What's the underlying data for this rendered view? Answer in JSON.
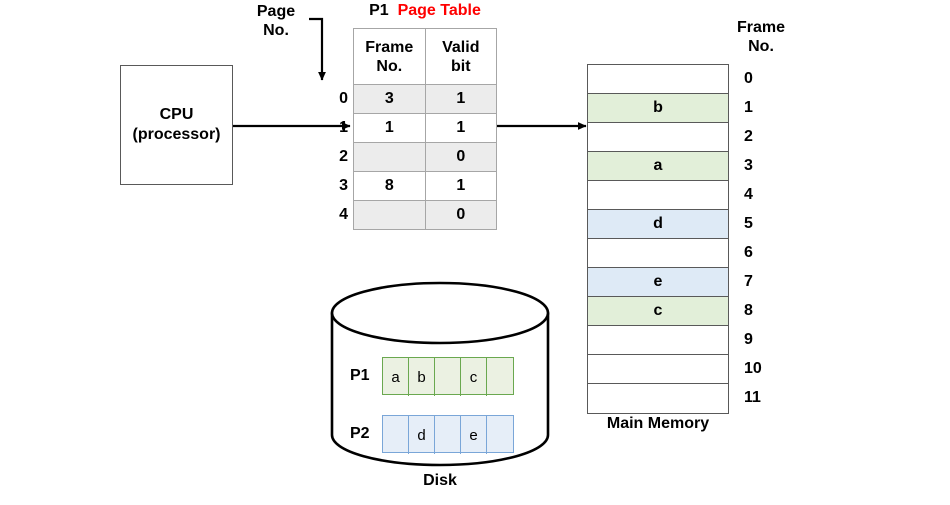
{
  "diagram": {
    "title": "paging-virtual-memory-diagram"
  },
  "cpu": {
    "line1": "CPU",
    "line2": "(processor)",
    "name": "cpu-box"
  },
  "page_no_label": "Page\nNo.",
  "page_table": {
    "caption_process": "P1",
    "caption_title": "Page Table",
    "caption_title_color": "#ff0000",
    "headers": [
      "Frame\nNo.",
      "Valid\nbit"
    ],
    "indices": [
      "0",
      "1",
      "2",
      "3",
      "4"
    ],
    "rows": [
      {
        "index": "0",
        "frame_no": "3",
        "valid_bit": "1",
        "shaded": true
      },
      {
        "index": "1",
        "frame_no": "1",
        "valid_bit": "1",
        "shaded": false
      },
      {
        "index": "2",
        "frame_no": "",
        "valid_bit": "0",
        "shaded": true
      },
      {
        "index": "3",
        "frame_no": "8",
        "valid_bit": "1",
        "shaded": false
      },
      {
        "index": "4",
        "frame_no": "",
        "valid_bit": "0",
        "shaded": true
      }
    ]
  },
  "main_memory": {
    "frame_no_label": "Frame\nNo.",
    "caption": "Main Memory",
    "frames": [
      {
        "number": "0",
        "content": "",
        "fill": "none"
      },
      {
        "number": "1",
        "content": "b",
        "fill": "green"
      },
      {
        "number": "2",
        "content": "",
        "fill": "none"
      },
      {
        "number": "3",
        "content": "a",
        "fill": "green"
      },
      {
        "number": "4",
        "content": "",
        "fill": "none"
      },
      {
        "number": "5",
        "content": "d",
        "fill": "blue"
      },
      {
        "number": "6",
        "content": "",
        "fill": "none"
      },
      {
        "number": "7",
        "content": "e",
        "fill": "blue"
      },
      {
        "number": "8",
        "content": "c",
        "fill": "green"
      },
      {
        "number": "9",
        "content": "",
        "fill": "none"
      },
      {
        "number": "10",
        "content": "",
        "fill": "none"
      },
      {
        "number": "11",
        "content": "",
        "fill": "none"
      }
    ]
  },
  "disk": {
    "caption": "Disk",
    "processes": [
      {
        "label": "P1",
        "fill": "green",
        "cells": [
          "a",
          "b",
          "",
          "c",
          ""
        ]
      },
      {
        "label": "P2",
        "fill": "blue",
        "cells": [
          "",
          "d",
          "",
          "e",
          ""
        ]
      }
    ]
  },
  "colors": {
    "green_fill": "#e2efd9",
    "blue_fill": "#deeaf6",
    "green_border": "#6aa84f",
    "blue_border": "#7aa6d8",
    "shaded_row": "#ececec",
    "outline": "#595959",
    "accent_red": "#ff0000"
  }
}
